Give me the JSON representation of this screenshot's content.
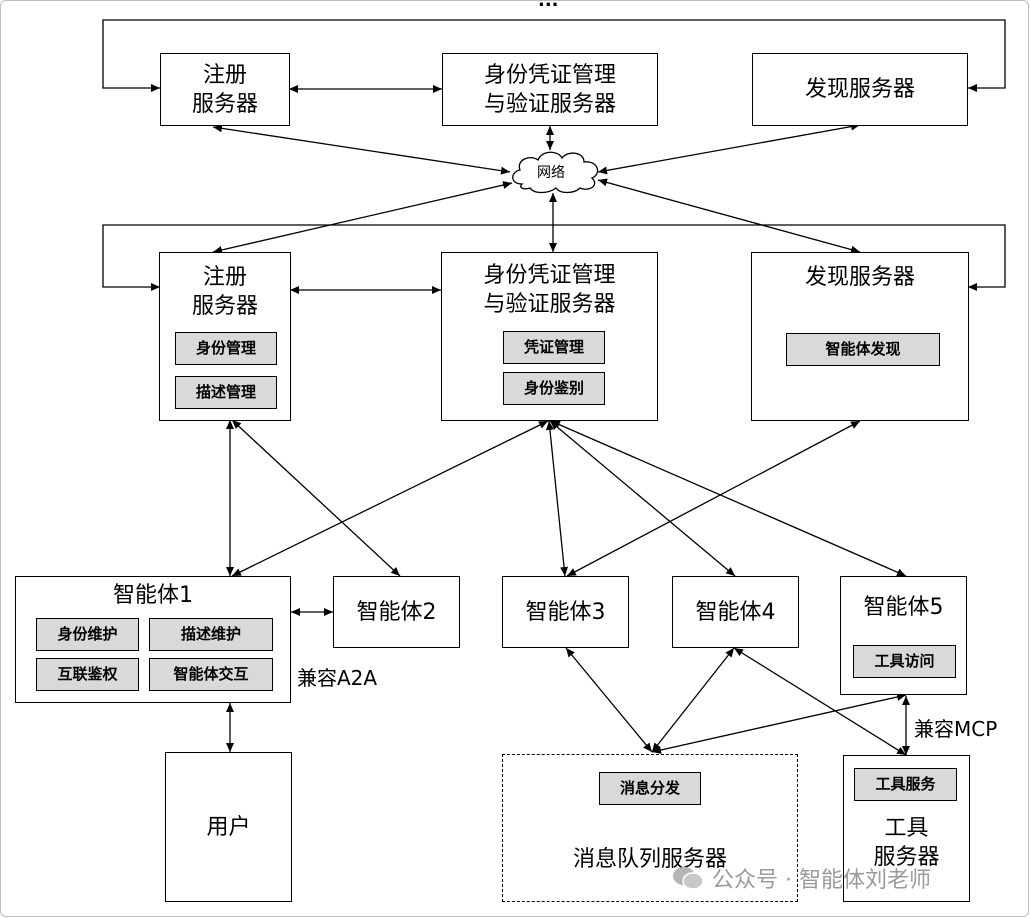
{
  "top_row": {
    "registry": "注册\n服务器",
    "identity": "身份凭证管理\n与验证服务器",
    "discovery": "发现服务器"
  },
  "network_label": "网络",
  "ellipsis": "...",
  "mid_row": {
    "registry": {
      "title": "注册\n服务器",
      "tags": [
        "身份管理",
        "描述管理"
      ]
    },
    "identity": {
      "title": "身份凭证管理\n与验证服务器",
      "tags": [
        "凭证管理",
        "身份鉴别"
      ]
    },
    "discovery": {
      "title": "发现服务器",
      "tags": [
        "智能体发现"
      ]
    }
  },
  "agents": {
    "agent1": {
      "title": "智能体1",
      "tags": [
        "身份维护",
        "描述维护",
        "互联鉴权",
        "智能体交互"
      ]
    },
    "agent2": {
      "title": "智能体2"
    },
    "agent3": {
      "title": "智能体3"
    },
    "agent4": {
      "title": "智能体4"
    },
    "agent5": {
      "title": "智能体5",
      "tags": [
        "工具访问"
      ]
    }
  },
  "labels": {
    "a2a": "兼容A2A",
    "mcp": "兼容MCP"
  },
  "user": "用户",
  "message_queue": {
    "title": "消息队列服务器",
    "tags": [
      "消息分发"
    ]
  },
  "tool_server": {
    "title": "工具\n服务器",
    "tags": [
      "工具服务"
    ]
  },
  "watermark": "公众号 · 智能体刘老师"
}
